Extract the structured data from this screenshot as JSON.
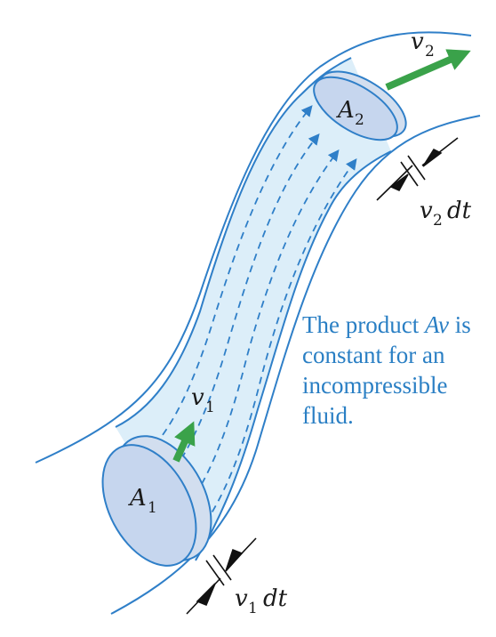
{
  "labels": {
    "v2": "v",
    "v2_sub": "2",
    "A2": "A",
    "A2_sub": "2",
    "v2dt_v": "v",
    "v2dt_sub": "2",
    "v2dt_dt": "dt",
    "v1": "v",
    "v1_sub": "1",
    "A1": "A",
    "A1_sub": "1",
    "v1dt_v": "v",
    "v1dt_sub": "1",
    "v1dt_dt": "dt"
  },
  "caption": {
    "line1_a": "The product ",
    "line1_b": "Av",
    "line1_c": " is",
    "line2": "constant for an",
    "line3": "incompressible",
    "line4": "fluid."
  },
  "colors": {
    "tube_stroke": "#2f7fc8",
    "tube_fill": "#d8ecf8",
    "ellipse_fill": "#c6d6ee",
    "ellipse_stroke": "#2f7fc8",
    "flow_arrow": "#3aa24a",
    "streamline": "#2f7fc8",
    "caption_text": "#2a7fc4"
  }
}
